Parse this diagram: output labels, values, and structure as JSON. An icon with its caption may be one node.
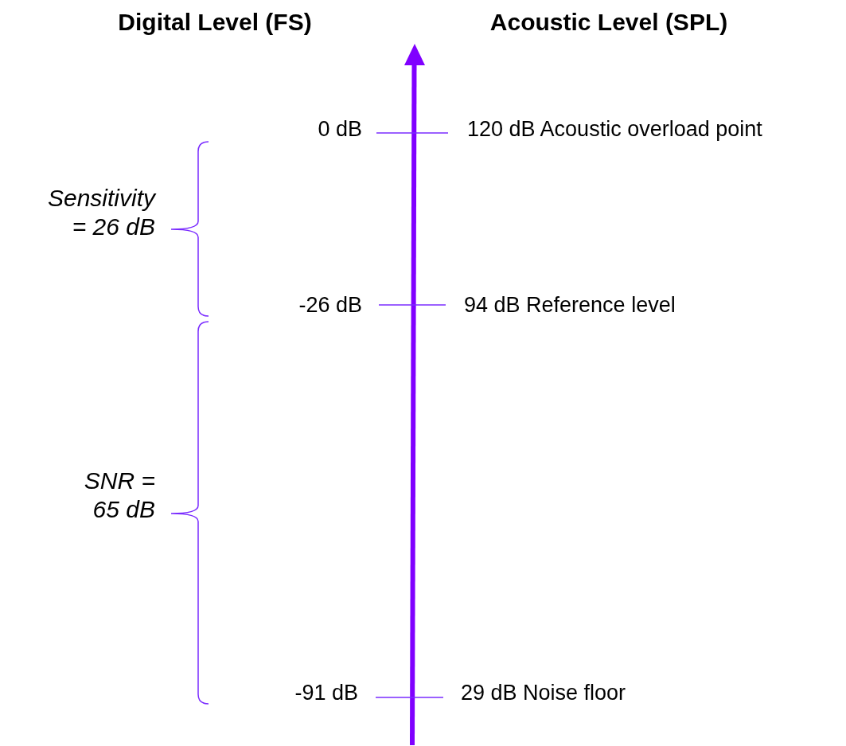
{
  "diagram": {
    "labels": [
      "Digital Level (FS)",
      "Acoustic Level (SPL)",
      "0 dB",
      "120 dB Acoustic overload point",
      "Sensitivity = 26 dB",
      "-26 dB",
      "94 dB Reference level",
      "SNR = 65 dB",
      "-91 dB",
      "29 dB Noise floor"
    ]
  }
}
